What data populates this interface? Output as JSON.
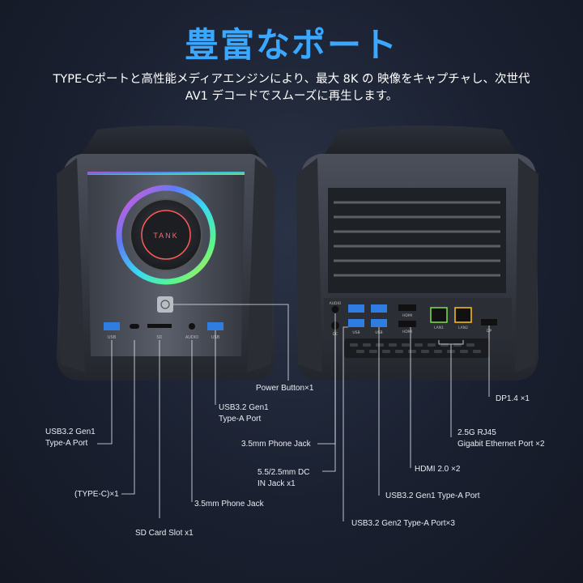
{
  "title": "豊富なポート",
  "description": {
    "line1": "TYPE-Cポートと高性能メディアエンジンにより、最大 8K の 映像をキャプチャし、次世代",
    "line2": "AV1 デコードでスムーズに再生します。"
  },
  "device_front": {
    "logo_text": "TANK",
    "port_marks": [
      "USB",
      "SD",
      "AUDIO",
      "USB"
    ]
  },
  "device_back": {
    "port_marks": [
      "AUDIO",
      "DC",
      "USB",
      "USB",
      "HDMI",
      "HDMI",
      "LAN1",
      "LAN2",
      "DP"
    ]
  },
  "labels": {
    "power_button": "Power Button×1",
    "usb_right": "USB3.2 Gen1\nType-A Port",
    "usb_left": "USB3.2 Gen1\nType-A Port",
    "type_c": "(TYPE-C)×1",
    "sd_card": "SD Card Slot x1",
    "phone_jack_front": "3.5mm Phone Jack",
    "phone_jack_back": "3.5mm Phone Jack",
    "dc_jack": "5.5/2.5mm DC\nIN Jack x1",
    "usb_gen2": "USB3.2 Gen2 Type-A Port×3",
    "usb_gen1_back": "USB3.2 Gen1 Type-A Port",
    "hdmi": "HDMI 2.0 ×2",
    "rj45": "2.5G RJ45\nGigabit Ethernet Port ×2",
    "dp": "DP1.4 ×1"
  },
  "colors": {
    "title": "#3aa8ff",
    "usb_blue": "#2f7de0",
    "lan_green": "#7de04a",
    "lan_yellow": "#ffc21a",
    "rgb_ring": [
      "#ff4fd8",
      "#5f7dff",
      "#36e0ff",
      "#5bff8a",
      "#ffe24a"
    ]
  }
}
